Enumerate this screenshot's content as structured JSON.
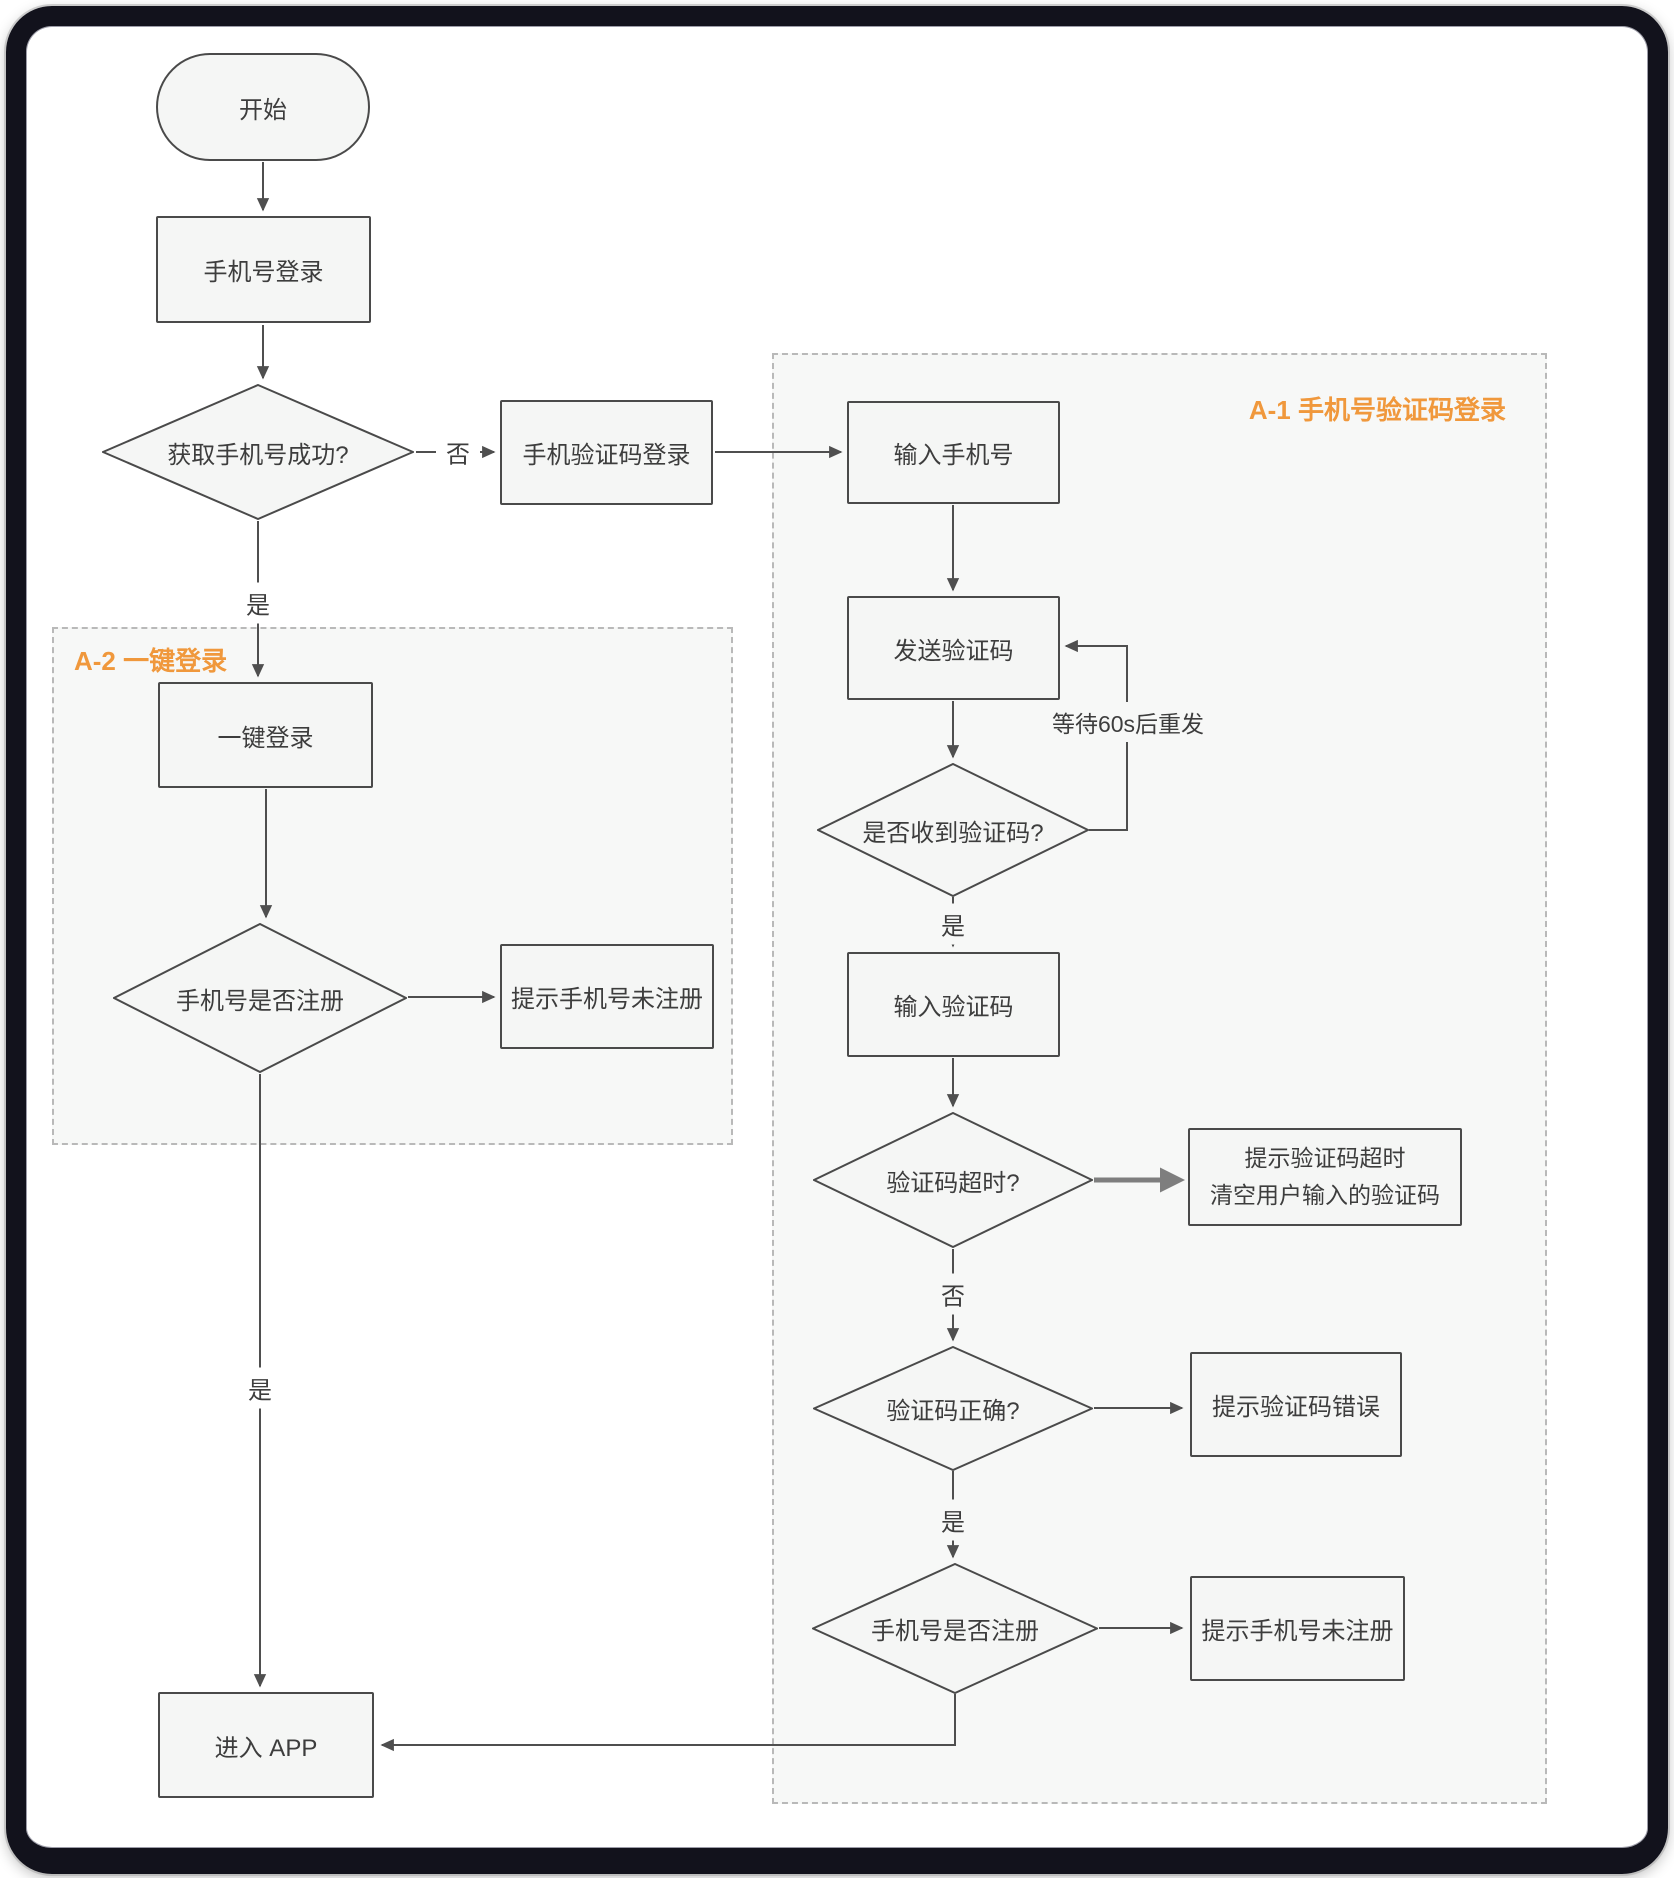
{
  "regions": {
    "a1": {
      "label": "A-1 手机号验证码登录"
    },
    "a2": {
      "label": "A-2 一键登录"
    }
  },
  "nodes": {
    "start": {
      "label": "开始"
    },
    "phone_login": {
      "label": "手机号登录"
    },
    "get_phone_success": {
      "label": "获取手机号成功?"
    },
    "sms_login": {
      "label": "手机验证码登录"
    },
    "enter_phone": {
      "label": "输入手机号"
    },
    "send_code": {
      "label": "发送验证码"
    },
    "code_received": {
      "label": "是否收到验证码?"
    },
    "enter_code": {
      "label": "输入验证码"
    },
    "code_timeout": {
      "label": "验证码超时?"
    },
    "timeout_tip": {
      "line1": "提示验证码超时",
      "line2": "清空用户输入的验证码"
    },
    "code_correct": {
      "label": "验证码正确?"
    },
    "wrong_code_tip": {
      "label": "提示验证码错误"
    },
    "phone_registered_sms": {
      "label": "手机号是否注册"
    },
    "not_registered_tip_sms": {
      "label": "提示手机号未注册"
    },
    "one_click_login": {
      "label": "一键登录"
    },
    "phone_registered_oneclick": {
      "label": "手机号是否注册"
    },
    "not_registered_tip_oneclick": {
      "label": "提示手机号未注册"
    },
    "enter_app": {
      "label": "进入 APP"
    }
  },
  "edge_labels": {
    "no_get_phone": "否",
    "yes_get_phone": "是",
    "wait_resend": "等待60s后重发",
    "yes_code_received": "是",
    "no_code_timeout": "否",
    "yes_code_correct": "是",
    "yes_registered_oneclick": "是"
  },
  "colors": {
    "region_label_orange": "#f0983c",
    "node_fill": "#f5f6f5",
    "node_border": "#4a4a4a",
    "edge_line": "#4f4f4f",
    "thick_edge_line": "#7e7e7e",
    "region_fill": "#f7f8f7",
    "region_dash_border": "#b9b9b9",
    "frame_black": "#12121c"
  }
}
